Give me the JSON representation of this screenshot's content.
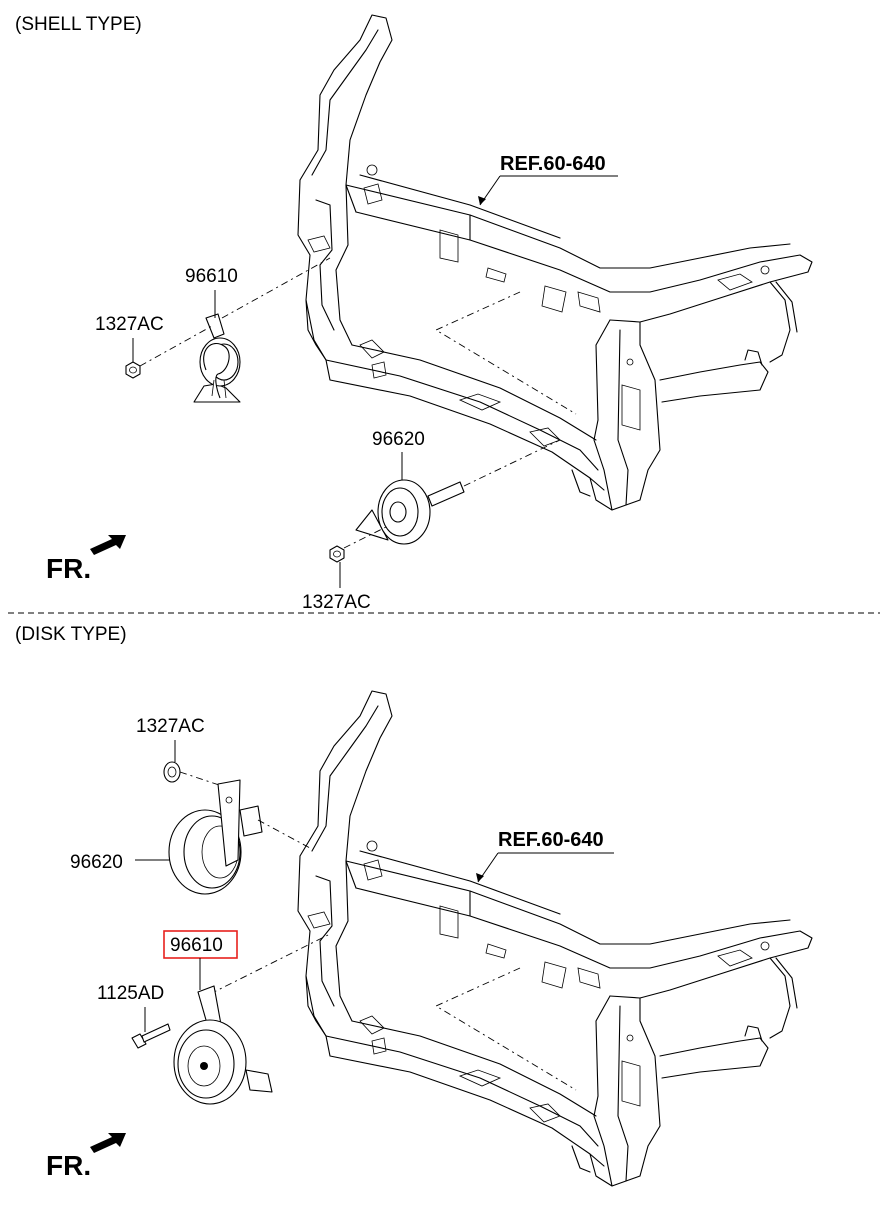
{
  "sections": [
    {
      "title": "(SHELL TYPE)",
      "ref_label": "REF.60-640",
      "labels": {
        "horn_1": "96610",
        "nut_1": "1327AC",
        "horn_2": "96620",
        "nut_2": "1327AC"
      },
      "front_label": "FR."
    },
    {
      "title": "(DISK TYPE)",
      "ref_label": "REF.60-640",
      "labels": {
        "nut_1": "1327AC",
        "horn_2": "96620",
        "horn_1": "96610",
        "bolt": "1125AD"
      },
      "front_label": "FR."
    }
  ],
  "highlight": {
    "part": "96610",
    "color": "#e8211d"
  }
}
